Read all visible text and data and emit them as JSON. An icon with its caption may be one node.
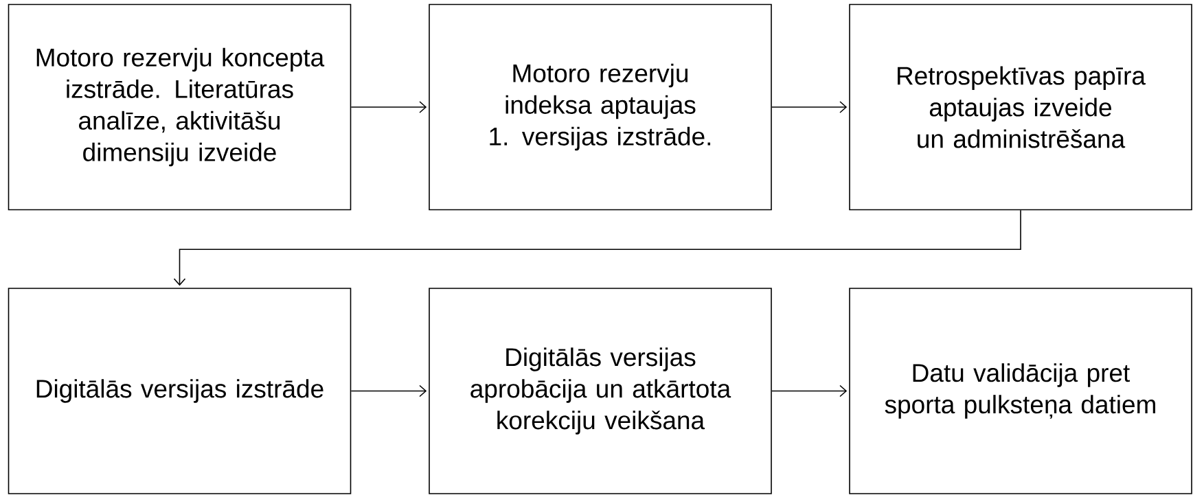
{
  "diagram": {
    "nodes": [
      {
        "text": [
          "Motoro rezervju koncepta izstrāde. Literatūras analīze, aktivitāšu dimensiju izveide"
        ]
      },
      {
        "text": [
          "Motoro rezervju indeksa aptaujas 1. versijas izstrāde."
        ]
      },
      {
        "text": [
          "Retrospektīvas papīra aptaujas izveide un administrēšana"
        ]
      },
      {
        "text": [
          "Digitālās versijas izstrāde"
        ]
      },
      {
        "text": [
          "Digitālās versijas aprobācija un atkārtota korekciju veikšana"
        ]
      },
      {
        "text": [
          "Datu validācija pret sporta pulksteņa datiem"
        ]
      }
    ],
    "edges": [
      {
        "from": 0,
        "to": 1,
        "arrow": "to"
      },
      {
        "from": 1,
        "to": 2,
        "arrow": "to"
      },
      {
        "from": 2,
        "to": 3,
        "arrow": "to"
      },
      {
        "from": 3,
        "to": 4,
        "arrow": "to"
      },
      {
        "from": 4,
        "to": 5,
        "arrow": "to"
      }
    ]
  }
}
